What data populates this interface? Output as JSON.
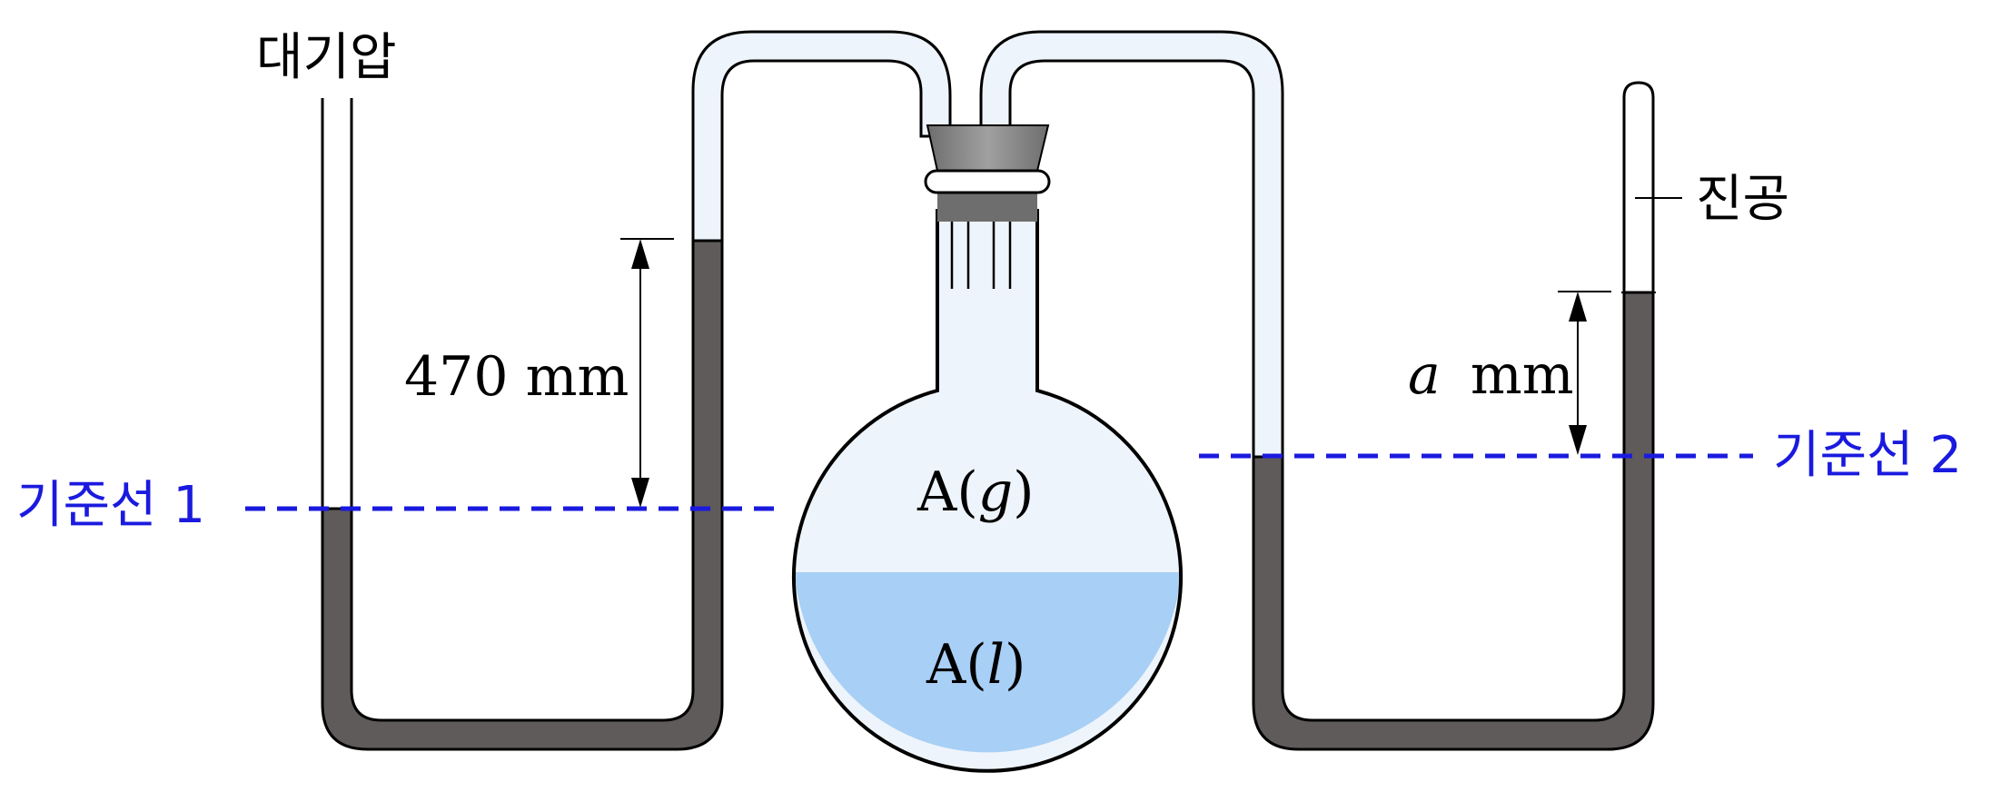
{
  "labels": {
    "atmosphere": "대기압",
    "vacuum": "진공",
    "height_left": "470 mm",
    "height_right_var": "a",
    "height_right_unit": "mm",
    "reference_line_1": "기준선 1",
    "reference_line_2": "기준선 2",
    "gas_prefix": "A(",
    "gas_state": "g",
    "liquid_prefix": "A(",
    "liquid_state": "l",
    "close_paren": ")"
  },
  "colors": {
    "mercury": "#5f5b5a",
    "gas_fill": "#eef4fb",
    "liquid_fill": "#a8cff5",
    "tube_fill": "#eef4fb",
    "stopper": "#8a8a8a",
    "reference_line": "#1a1adf",
    "outline": "#000000"
  }
}
